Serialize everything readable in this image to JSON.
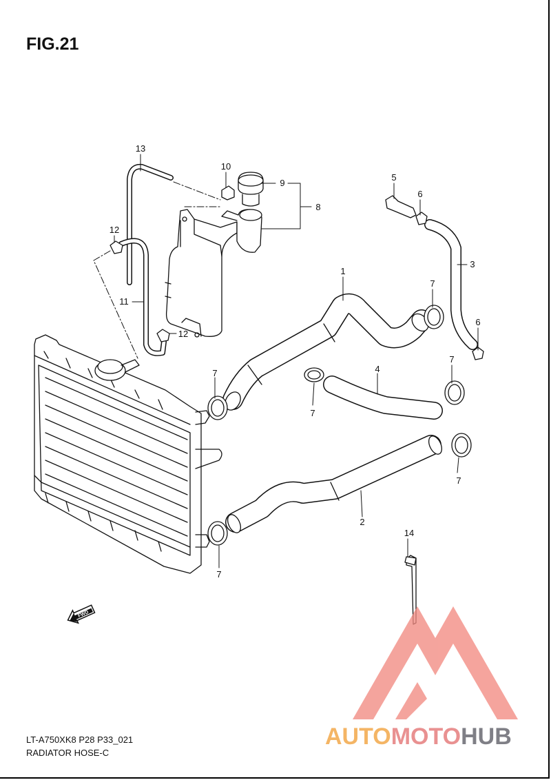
{
  "figure": {
    "title": "FIG.21",
    "model_code": "LT-A750XK8 P28 P33_021",
    "section_name": "RADIATOR HOSE-C",
    "fwd_label": "FWD"
  },
  "callouts": [
    {
      "id": "c1",
      "label": "1"
    },
    {
      "id": "c2",
      "label": "2"
    },
    {
      "id": "c3",
      "label": "3"
    },
    {
      "id": "c4",
      "label": "4"
    },
    {
      "id": "c5",
      "label": "5"
    },
    {
      "id": "c6a",
      "label": "6"
    },
    {
      "id": "c6b",
      "label": "6"
    },
    {
      "id": "c7a",
      "label": "7"
    },
    {
      "id": "c7b",
      "label": "7"
    },
    {
      "id": "c7c",
      "label": "7"
    },
    {
      "id": "c7d",
      "label": "7"
    },
    {
      "id": "c7e",
      "label": "7"
    },
    {
      "id": "c7f",
      "label": "7"
    },
    {
      "id": "c8",
      "label": "8"
    },
    {
      "id": "c9",
      "label": "9"
    },
    {
      "id": "c10",
      "label": "10"
    },
    {
      "id": "c11",
      "label": "11"
    },
    {
      "id": "c12a",
      "label": "12"
    },
    {
      "id": "c12b",
      "label": "12"
    },
    {
      "id": "c13",
      "label": "13"
    },
    {
      "id": "c14",
      "label": "14"
    }
  ],
  "watermark": {
    "part1": "AUTO",
    "part2": "MOTO",
    "part3": "HUB",
    "colors": {
      "auto": "#f4b565",
      "moto": "#e99191",
      "hub": "#7f7f86",
      "logo": "#f28b82"
    }
  }
}
